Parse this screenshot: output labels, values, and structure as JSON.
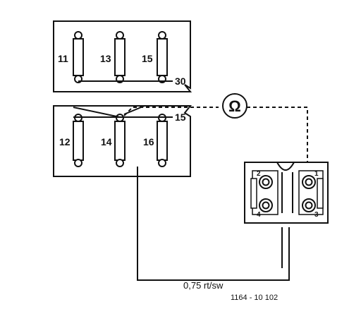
{
  "fuses_top": [
    "11",
    "13",
    "15"
  ],
  "fuses_bottom": [
    "12",
    "14",
    "16"
  ],
  "terminal_30": "30",
  "terminal_15": "15",
  "ohmmeter_symbol": "Ω",
  "connector_pins": [
    "2",
    "1",
    "4",
    "3"
  ],
  "wire_label": "0,75 rt/sw",
  "figure_ref": "1164 - 10 102"
}
